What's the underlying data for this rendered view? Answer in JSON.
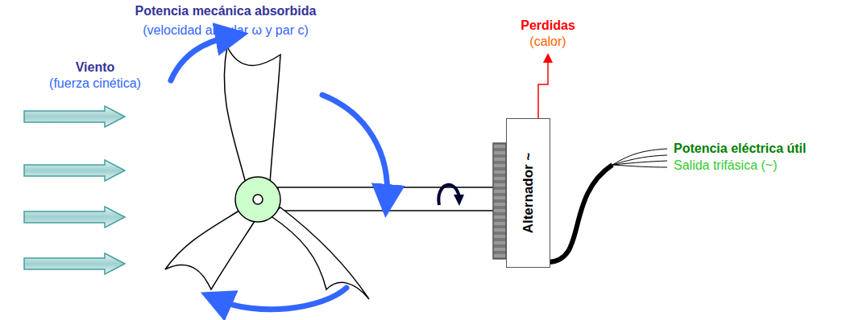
{
  "diagram": {
    "nodes": [
      {
        "text": [
          "Alternador ~"
        ]
      }
    ],
    "labels": [
      "Viento",
      "(fuerza cinética)",
      "Potencia mecánica absorbida",
      "(velocidad angular ω y par c)",
      "Perdidas",
      "(calor)",
      "Potencia eléctrica útil",
      "Salida trifásica (~)"
    ]
  }
}
